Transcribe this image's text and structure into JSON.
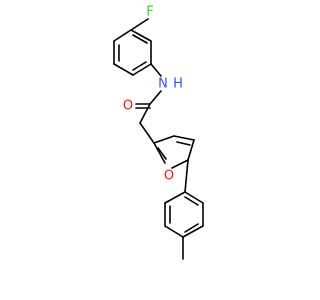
{
  "atoms": {
    "fluorine": {
      "text": "F",
      "color": "#33cc33"
    },
    "amide_nitrogen": {
      "text": "N",
      "color": "#3050f8"
    },
    "amide_hydrogen": {
      "text": "H",
      "color": "#3050f8"
    },
    "carbonyl_oxygen": {
      "text": "O",
      "color": "#ff0d0d"
    },
    "furan_oxygen": {
      "text": "O",
      "color": "#ff0d0d"
    }
  },
  "colors": {
    "bond": "#000000",
    "background": "#ffffff"
  }
}
